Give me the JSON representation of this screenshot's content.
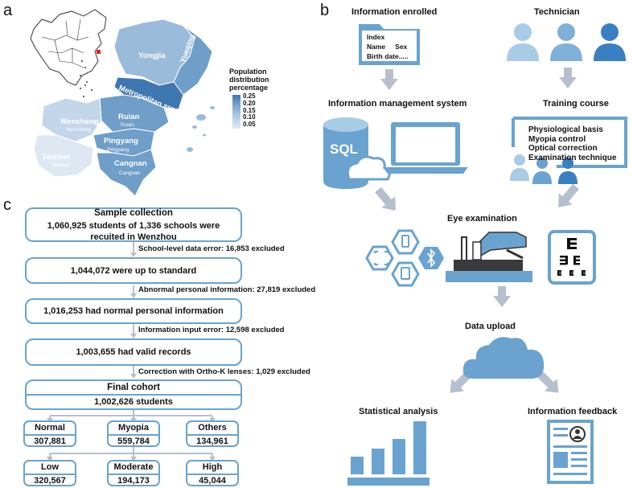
{
  "panels": {
    "a": "a",
    "b": "b",
    "c": "c"
  },
  "map": {
    "legend_title": [
      "Population",
      "distribution",
      "percentage"
    ],
    "legend_values": [
      "0.25",
      "0.20",
      "0.15",
      "0.10",
      "0.05"
    ],
    "regions": {
      "yongjia": "Yongjia",
      "yueqing": "Yueqing",
      "metro": "Metropolitan area",
      "ruian": "Ruian",
      "ruian_s": "Ruian",
      "wencheng": "Wencheng",
      "wencheng_s": "Wencheng",
      "pingyang": "Pingyang",
      "pingyang_s": "Pingyang",
      "taishun": "Taishun",
      "taishun_s": "Taishun",
      "cangnan": "Cangnan",
      "cangnan_s": "Cangnan"
    },
    "colors": {
      "dark": "#3f77b0",
      "mid": "#6f9ec8",
      "light": "#9bbbda",
      "pale": "#c3d6ea",
      "lightest": "#dfe8f2"
    }
  },
  "flow": {
    "info_enrolled": "Information enrolled",
    "doc_lines": [
      "Index",
      "Name",
      "Sex",
      "Birth date....."
    ],
    "technician": "Technician",
    "ims": "Information management system",
    "sql": "SQL",
    "training": "Training course",
    "training_items": [
      "Physiological basis",
      "Myopia control",
      "Optical correction",
      "Examination technique"
    ],
    "eye_exam": "Eye examination",
    "data_upload": "Data upload",
    "stats": "Statistical analysis",
    "feedback": "Information feedback",
    "colors": {
      "accent": "#6aa3cf",
      "light": "#a9cce6",
      "arrow": "#b8bfcc"
    }
  },
  "cohort": {
    "sample_title": "Sample collection",
    "sample_text": [
      "1,060,925 students of 1,336 schools were",
      "recuited in Wenzhou"
    ],
    "ex1": "School-level data error: 16,853 excluded",
    "b2": "1,044,072 were up to standard",
    "ex2": "Abnormal personal information: 27,819 excluded",
    "b3": "1,016,253 had normal personal information",
    "ex3": "Information input error: 12,598 excluded",
    "b4": "1,003,655 had valid records",
    "ex4": "Correction with Ortho-K lenses: 1,029 excluded",
    "final_title": "Final cohort",
    "final_text": "1,002,626 students",
    "cats": [
      {
        "name": "Normal",
        "value": "307,881"
      },
      {
        "name": "Myopia",
        "value": "559,784"
      },
      {
        "name": "Others",
        "value": "134,961"
      }
    ],
    "subcats": [
      {
        "name": "Low",
        "value": "320,567"
      },
      {
        "name": "Moderate",
        "value": "194,173"
      },
      {
        "name": "High",
        "value": "45,044"
      }
    ]
  }
}
